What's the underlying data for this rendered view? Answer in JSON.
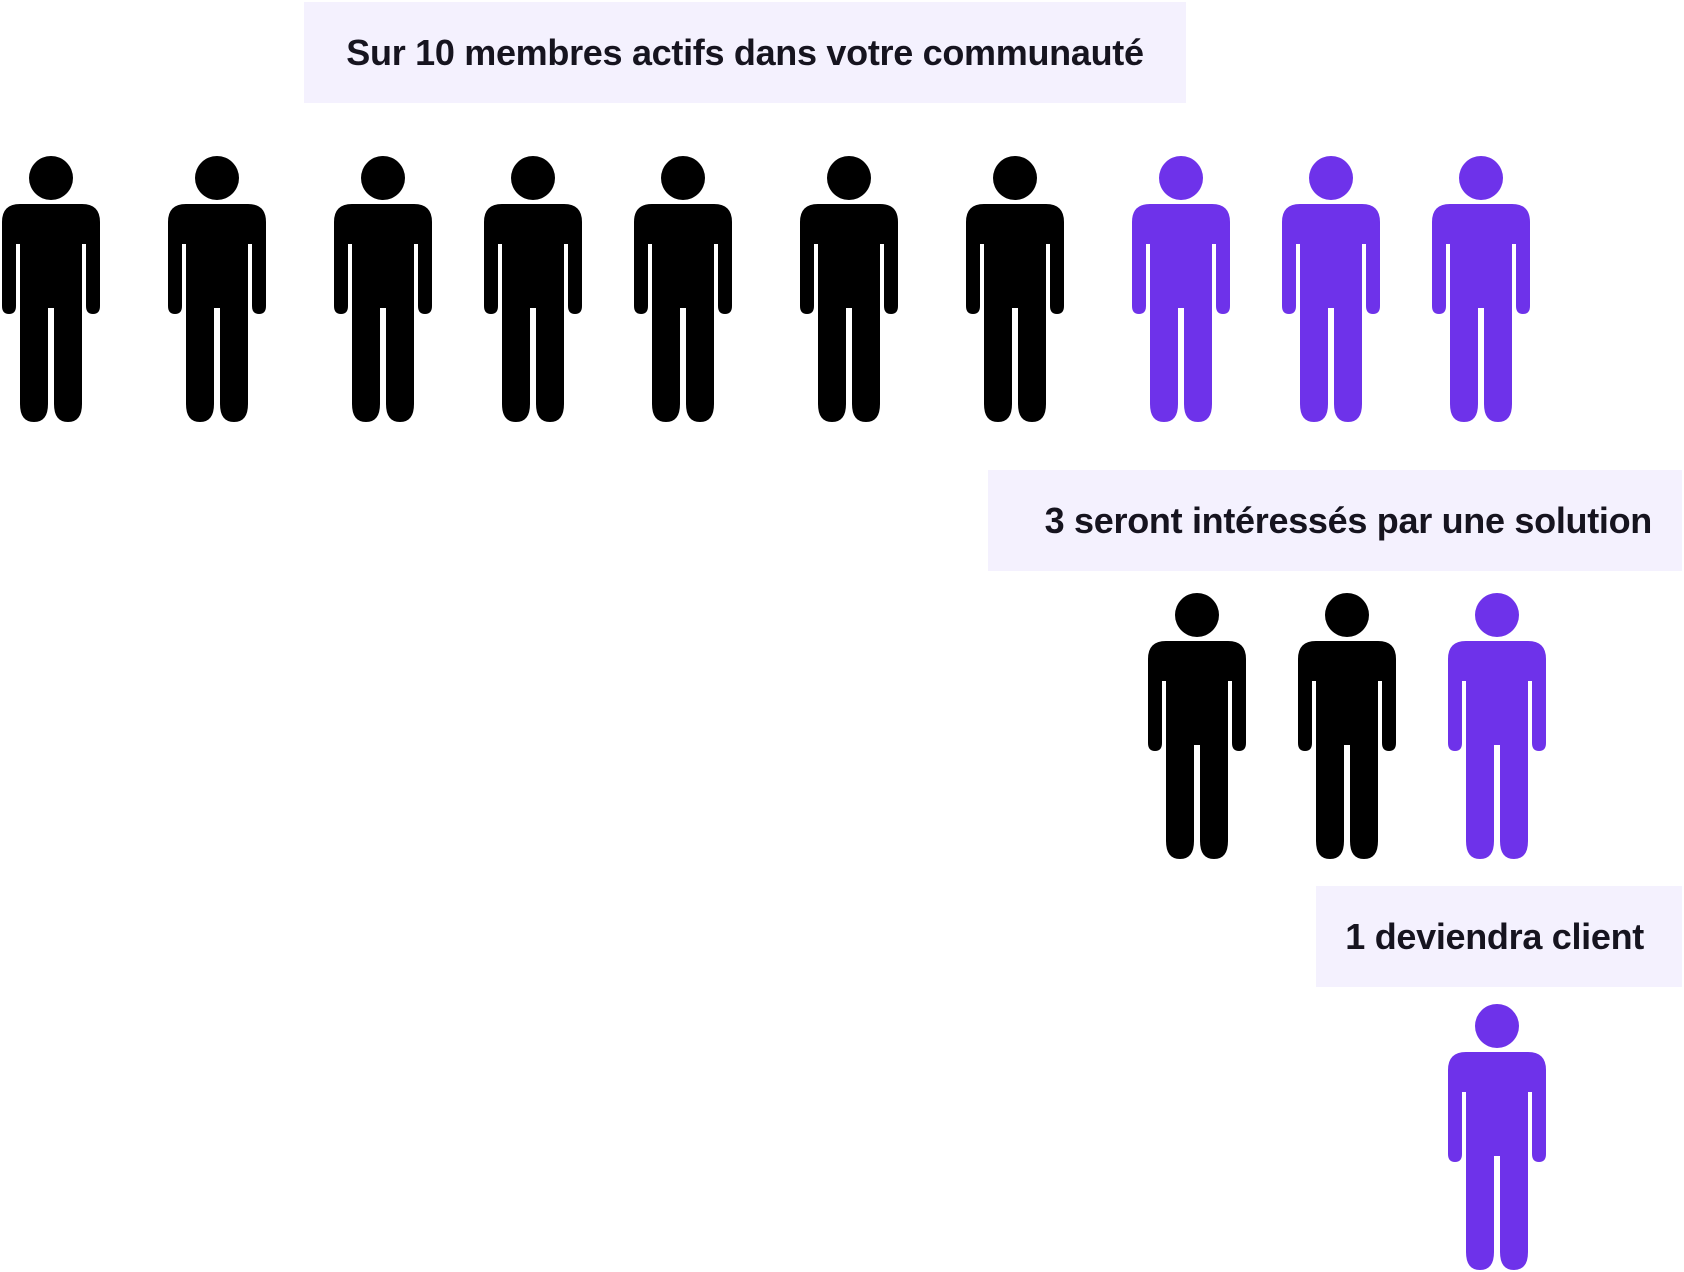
{
  "labels": {
    "total": "Sur 10 membres actifs dans votre communauté",
    "interested": "3 seront intéressés par une solution",
    "client": "1 deviendra client"
  },
  "colors": {
    "black": "#000000",
    "purple": "#6e32ea",
    "label_bg": "#f4f1fe",
    "label_text": "#16141f"
  },
  "groups": [
    {
      "name": "total",
      "count": 10,
      "highlighted": 3,
      "icon": "person-icon"
    },
    {
      "name": "interested",
      "count": 3,
      "highlighted": 1,
      "icon": "person-icon"
    },
    {
      "name": "client",
      "count": 1,
      "highlighted": 1,
      "icon": "person-icon"
    }
  ]
}
